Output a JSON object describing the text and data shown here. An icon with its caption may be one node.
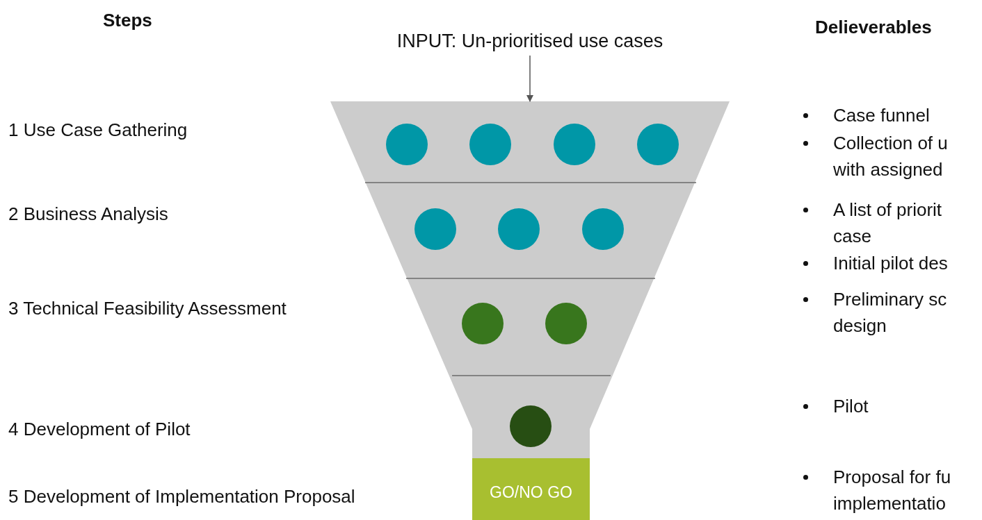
{
  "diagram": {
    "nodes": [
      {
        "text": [
          "INPUT: Un-prioritised use cases"
        ]
      },
      {
        "text": [],
        "shape": "funnel"
      },
      {
        "text": [
          "GO/NO GO"
        ]
      }
    ],
    "edges": [
      {
        "from": 0,
        "to": 1,
        "arrow": "to"
      }
    ],
    "labels": [
      "Steps",
      "1 Use Case Gathering",
      "2 Business Analysis",
      "3 Technical Feasibility Assessment",
      "4 Development of Pilot",
      "5 Development of Implementation Proposal",
      "Delieverables",
      "Case funnel",
      "Collection of u with assigned",
      "A list of priorit case",
      "Initial pilot des",
      "Preliminary sc design",
      "Pilot",
      "Proposal for fu implementatio"
    ]
  }
}
